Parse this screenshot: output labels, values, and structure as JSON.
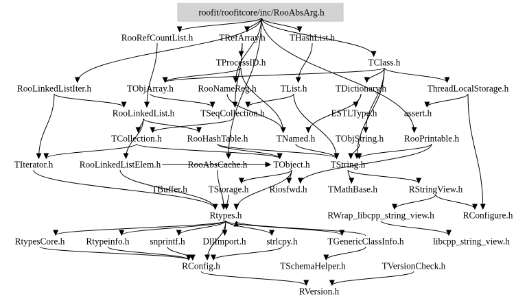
{
  "diagram": {
    "root": "roofit/roofitcore/inc/RooAbsArg.h",
    "nodes": [
      {
        "id": "root",
        "label": "roofit/roofitcore/inc/RooAbsArg.h"
      },
      {
        "id": "RooRefCountList",
        "label": "RooRefCountList.h"
      },
      {
        "id": "TRefArray",
        "label": "TRefArray.h"
      },
      {
        "id": "THashList",
        "label": "THashList.h"
      },
      {
        "id": "TProcessID",
        "label": "TProcessID.h"
      },
      {
        "id": "TClass",
        "label": "TClass.h"
      },
      {
        "id": "RooLinkedListIter",
        "label": "RooLinkedListIter.h"
      },
      {
        "id": "TObjArray",
        "label": "TObjArray.h"
      },
      {
        "id": "RooNameReg",
        "label": "RooNameReg.h"
      },
      {
        "id": "TList",
        "label": "TList.h"
      },
      {
        "id": "TDictionary",
        "label": "TDictionary.h"
      },
      {
        "id": "ThreadLocalStorage",
        "label": "ThreadLocalStorage.h"
      },
      {
        "id": "RooLinkedList",
        "label": "RooLinkedList.h"
      },
      {
        "id": "TSeqCollection",
        "label": "TSeqCollection.h"
      },
      {
        "id": "ESTLType",
        "label": "ESTLType.h"
      },
      {
        "id": "assert",
        "label": "assert.h"
      },
      {
        "id": "TCollection",
        "label": "TCollection.h"
      },
      {
        "id": "RooHashTable",
        "label": "RooHashTable.h"
      },
      {
        "id": "TNamed",
        "label": "TNamed.h"
      },
      {
        "id": "TObjString",
        "label": "TObjString.h"
      },
      {
        "id": "RooPrintable",
        "label": "RooPrintable.h"
      },
      {
        "id": "TIterator",
        "label": "TIterator.h"
      },
      {
        "id": "RooLinkedListElem",
        "label": "RooLinkedListElem.h"
      },
      {
        "id": "RooAbsCache",
        "label": "RooAbsCache.h"
      },
      {
        "id": "TObject",
        "label": "TObject.h"
      },
      {
        "id": "TString",
        "label": "TString.h"
      },
      {
        "id": "TBuffer",
        "label": "TBuffer.h"
      },
      {
        "id": "TStorage",
        "label": "TStorage.h"
      },
      {
        "id": "Riosfwd",
        "label": "Riosfwd.h"
      },
      {
        "id": "TMathBase",
        "label": "TMathBase.h"
      },
      {
        "id": "RStringView",
        "label": "RStringView.h"
      },
      {
        "id": "Rtypes",
        "label": "Rtypes.h"
      },
      {
        "id": "RWrap",
        "label": "RWrap_libcpp_string_view.h"
      },
      {
        "id": "RConfigure",
        "label": "RConfigure.h"
      },
      {
        "id": "RtypesCore",
        "label": "RtypesCore.h"
      },
      {
        "id": "Rtypeinfo",
        "label": "Rtypeinfo.h"
      },
      {
        "id": "snprintf",
        "label": "snprintf.h"
      },
      {
        "id": "DllImport",
        "label": "DllImport.h"
      },
      {
        "id": "strlcpy",
        "label": "strlcpy.h"
      },
      {
        "id": "TGenericClassInfo",
        "label": "TGenericClassInfo.h"
      },
      {
        "id": "libcpp",
        "label": "libcpp_string_view.h"
      },
      {
        "id": "RConfig",
        "label": "RConfig.h"
      },
      {
        "id": "TSchemaHelper",
        "label": "TSchemaHelper.h"
      },
      {
        "id": "TVersionCheck",
        "label": "TVersionCheck.h"
      },
      {
        "id": "RVersion",
        "label": "RVersion.h"
      }
    ],
    "edges": [
      [
        "root",
        "RooRefCountList"
      ],
      [
        "root",
        "TRefArray"
      ],
      [
        "root",
        "THashList"
      ],
      [
        "root",
        "TClass"
      ],
      [
        "root",
        "RooLinkedListIter"
      ],
      [
        "root",
        "RooNameReg"
      ],
      [
        "root",
        "RooPrintable"
      ],
      [
        "root",
        "RooAbsCache"
      ],
      [
        "RooRefCountList",
        "RooLinkedList"
      ],
      [
        "TRefArray",
        "TProcessID"
      ],
      [
        "TRefArray",
        "TSeqCollection"
      ],
      [
        "TProcessID",
        "TObjArray"
      ],
      [
        "TProcessID",
        "TNamed"
      ],
      [
        "THashList",
        "TList"
      ],
      [
        "TClass",
        "TDictionary"
      ],
      [
        "TClass",
        "TObjArray"
      ],
      [
        "TClass",
        "ThreadLocalStorage"
      ],
      [
        "TClass",
        "TObjString"
      ],
      [
        "TClass",
        "TString"
      ],
      [
        "RooLinkedListIter",
        "RooLinkedList"
      ],
      [
        "RooLinkedListIter",
        "TIterator"
      ],
      [
        "TObjArray",
        "TSeqCollection"
      ],
      [
        "RooNameReg",
        "TNamed"
      ],
      [
        "TList",
        "TSeqCollection"
      ],
      [
        "TList",
        "TString"
      ],
      [
        "TDictionary",
        "ESTLType"
      ],
      [
        "TDictionary",
        "TNamed"
      ],
      [
        "ThreadLocalStorage",
        "assert"
      ],
      [
        "ThreadLocalStorage",
        "RConfigure"
      ],
      [
        "RooLinkedList",
        "TCollection"
      ],
      [
        "RooLinkedList",
        "RooHashTable"
      ],
      [
        "RooLinkedList",
        "RooLinkedListElem"
      ],
      [
        "TSeqCollection",
        "TCollection"
      ],
      [
        "TCollection",
        "TObject"
      ],
      [
        "TCollection",
        "TIterator"
      ],
      [
        "RooHashTable",
        "TObject"
      ],
      [
        "RooHashTable",
        "TString"
      ],
      [
        "TNamed",
        "TString"
      ],
      [
        "TObjString",
        "TString"
      ],
      [
        "RooPrintable",
        "TString"
      ],
      [
        "RooPrintable",
        "Riosfwd"
      ],
      [
        "RooLinkedListElem",
        "TObject"
      ],
      [
        "RooLinkedListElem",
        "Rtypes"
      ],
      [
        "RooAbsCache",
        "TObject"
      ],
      [
        "RooAbsCache",
        "Rtypes"
      ],
      [
        "TObject",
        "Riosfwd"
      ],
      [
        "TObject",
        "TStorage"
      ],
      [
        "TObject",
        "Rtypes"
      ],
      [
        "TString",
        "TMathBase"
      ],
      [
        "TString",
        "RStringView"
      ],
      [
        "TStorage",
        "Rtypes"
      ],
      [
        "TIterator",
        "Rtypes"
      ],
      [
        "RStringView",
        "RWrap"
      ],
      [
        "RStringView",
        "RConfigure"
      ],
      [
        "RWrap",
        "libcpp"
      ],
      [
        "Rtypes",
        "RtypesCore"
      ],
      [
        "Rtypes",
        "Rtypeinfo"
      ],
      [
        "Rtypes",
        "snprintf"
      ],
      [
        "Rtypes",
        "DllImport"
      ],
      [
        "Rtypes",
        "strlcpy"
      ],
      [
        "Rtypes",
        "TGenericClassInfo"
      ],
      [
        "Rtypes",
        "RConfig"
      ],
      [
        "TGenericClassInfo",
        "TSchemaHelper"
      ],
      [
        "TGenericClassInfo",
        "Rtypes"
      ],
      [
        "RtypesCore",
        "RConfig"
      ],
      [
        "Rtypeinfo",
        "RConfig"
      ],
      [
        "snprintf",
        "RConfig"
      ],
      [
        "strlcpy",
        "RConfig"
      ],
      [
        "RConfig",
        "RVersion"
      ],
      [
        "TVersionCheck",
        "RVersion"
      ]
    ]
  }
}
